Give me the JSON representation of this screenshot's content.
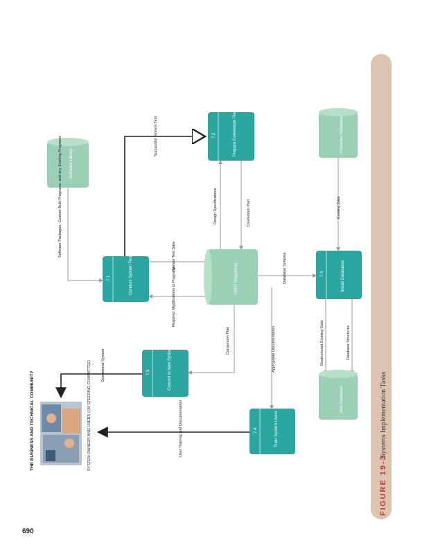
{
  "page_number": "690",
  "figure": {
    "label": "FIGURE 19-3",
    "caption": "Systems Implementation Tasks"
  },
  "community": {
    "title": "THE BUSINESS AND TECHNICAL COMMUNITY",
    "owners_label": "SYSTEM OWNERS AND USERS (OR STEERING COMMITTEE)"
  },
  "processes": {
    "p1": {
      "number": "7.1",
      "name": "Conduct System Test"
    },
    "p2": {
      "number": "7.2",
      "name": "Prepare Conversion Plan"
    },
    "p3": {
      "number": "7.3",
      "name": "Install Databases"
    },
    "p4": {
      "number": "7.4",
      "name": "Train System Users"
    },
    "p5": {
      "number": "7.5",
      "name": "Convert to New System"
    }
  },
  "stores": {
    "software_library": "Software Library",
    "repository": "PART Repository",
    "production_databases": "Production Databases",
    "new_databases": "New Databases"
  },
  "flows": {
    "software_packages": "Software Packages, Custom-Built Programs, and any Existing Programs",
    "successful_system_test": "Successful System Test",
    "system_test_data": "System Test Data",
    "required_modifications": "Required Modifications to Programs",
    "design_specifications": "Design Specifications",
    "conversion_plan_right": "Conversion Plan",
    "conversion_plan_left": "Conversion Plan",
    "database_schema": "Database Schema",
    "existing_data": "Existing Data",
    "restructured_data": "Restructured Existing Data",
    "database_structures": "Database Structures",
    "appropriate_documentation": "Appropriate Documentation",
    "operational_system": "Operational System",
    "user_training": "User Training and Documentation"
  },
  "colors": {
    "process": "#2aa5a0",
    "process_text": "#ffffff",
    "store": "#9bd0b6",
    "caption_band": "#dcc4b0",
    "figure_label": "#c0392b",
    "arrow": "#222222",
    "flow_line": "#9a9a9a"
  }
}
